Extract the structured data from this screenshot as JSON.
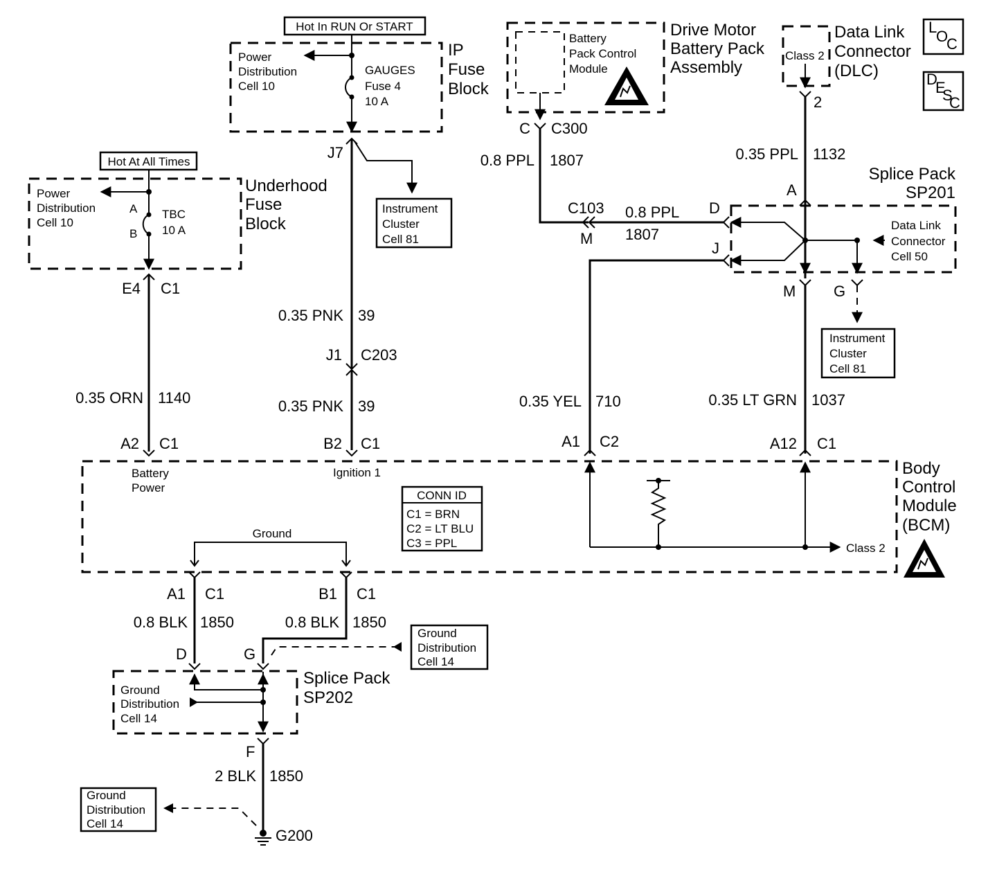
{
  "labels": {
    "hot_run_start": "Hot In RUN Or START",
    "hot_all_times": "Hot At All Times",
    "ip_fuse_block": [
      "IP",
      "Fuse",
      "Block"
    ],
    "underhood_fuse_block": [
      "Underhood",
      "Fuse",
      "Block"
    ],
    "ip_power_dist": [
      "Power",
      "Distribution",
      "Cell 10"
    ],
    "uh_power_dist": [
      "Power",
      "Distribution",
      "Cell 10"
    ],
    "gauges_fuse": [
      "GAUGES",
      "Fuse 4",
      "10 A"
    ],
    "tbc_fuse": [
      "TBC",
      "10 A"
    ],
    "tbc_pin_a": "A",
    "tbc_pin_b": "B",
    "drive_motor_assembly": [
      "Drive Motor",
      "Battery Pack",
      "Assembly"
    ],
    "bpcm": [
      "Battery",
      "Pack Control",
      "Module"
    ],
    "dlc_title": [
      "Data Link",
      "Connector",
      "(DLC)"
    ],
    "dlc_class2": "Class 2",
    "loc": [
      "L",
      "O",
      "C"
    ],
    "desc": [
      "D",
      "E",
      "S",
      "C"
    ],
    "sp201_title": [
      "Splice Pack",
      "SP201"
    ],
    "sp202_title": [
      "Splice Pack",
      "SP202"
    ],
    "dlc_cell": [
      "Data Link",
      "Connector",
      "Cell 50"
    ],
    "ic_cell_left": [
      "Instrument",
      "Cluster",
      "Cell 81"
    ],
    "ic_cell_right": [
      "Instrument",
      "Cluster",
      "Cell 81"
    ],
    "bcm_title": [
      "Body",
      "Control",
      "Module",
      "(BCM)"
    ],
    "bcm_battery_power": [
      "Battery",
      "Power"
    ],
    "bcm_ignition": "Ignition 1",
    "bcm_ground": "Ground",
    "bcm_class2": "Class 2",
    "conn_id": [
      "CONN ID",
      "C1 = BRN",
      "C2 = LT BLU",
      "C3 = PPL"
    ],
    "gd_cell_right": [
      "Ground",
      "Distribution",
      "Cell 14"
    ],
    "gd_cell_inner": [
      "Ground",
      "Distribution",
      "Cell 14"
    ],
    "gd_cell_bottom": [
      "Ground",
      "Distribution",
      "Cell 14"
    ],
    "g200": "G200"
  },
  "connectors": {
    "e4": "E4",
    "c1_uh": "C1",
    "j7": "J7",
    "j1": "J1",
    "c203": "C203",
    "a2": "A2",
    "a2_c1": "C1",
    "b2": "B2",
    "b2_c1": "C1",
    "c_bpcm": "C",
    "c300": "C300",
    "c103": "C103",
    "m_c103": "M",
    "dlc_pin": "2",
    "sp201_a": "A",
    "sp201_d": "D",
    "sp201_j": "J",
    "sp201_m": "M",
    "sp201_g": "G",
    "a1_c2": "A1",
    "c2": "C2",
    "a12": "A12",
    "a12_c1": "C1",
    "a1_gnd": "A1",
    "a1_gnd_c1": "C1",
    "b1_gnd": "B1",
    "b1_gnd_c1": "C1",
    "sp202_d": "D",
    "sp202_g": "G",
    "sp202_f": "F"
  },
  "wires": {
    "uh_orn": "0.35 ORN",
    "uh_orn_circ": "1140",
    "pnk_top": "0.35 PNK",
    "pnk_top_circ": "39",
    "pnk_bot": "0.35 PNK",
    "pnk_bot_circ": "39",
    "ppl_c300": "0.8 PPL",
    "ppl_c300_circ": "1807",
    "ppl_c103": "0.8 PPL",
    "ppl_c103_circ": "1807",
    "ppl_dlc": "0.35 PPL",
    "ppl_dlc_circ": "1132",
    "yel": "0.35 YEL",
    "yel_circ": "710",
    "ltgrn": "0.35 LT GRN",
    "ltgrn_circ": "1037",
    "blk_a1": "0.8 BLK",
    "blk_a1_circ": "1850",
    "blk_b1": "0.8 BLK",
    "blk_b1_circ": "1850",
    "blk_f": "2 BLK",
    "blk_f_circ": "1850"
  }
}
